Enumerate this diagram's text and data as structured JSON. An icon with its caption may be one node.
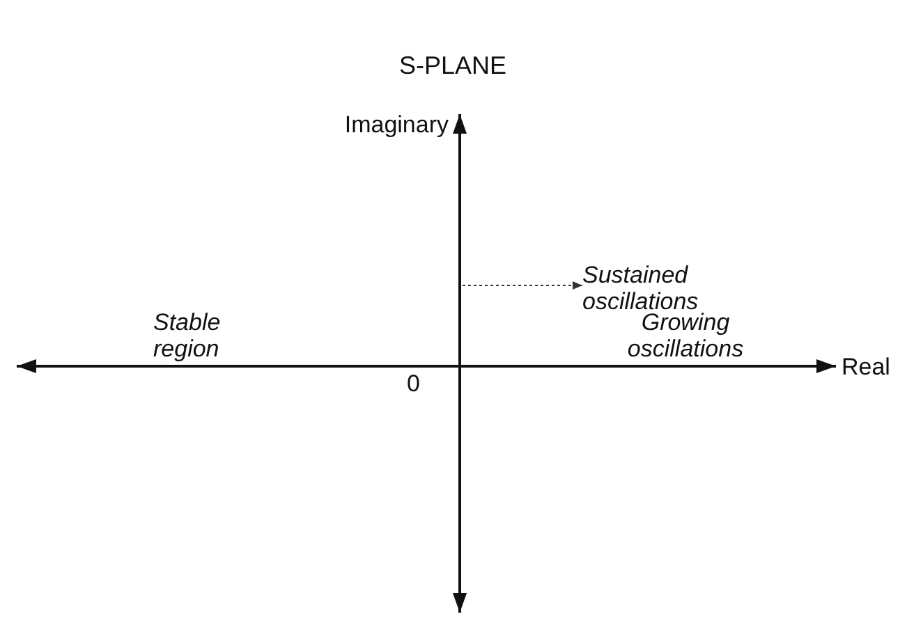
{
  "diagram": {
    "title": "S-PLANE",
    "nodes": [
      {
        "text": [],
        "shape": "line"
      },
      {
        "text": [
          "Sustained oscillations"
        ]
      }
    ],
    "edges": [
      {
        "from": 0,
        "to": 1,
        "arrow": "to",
        "style": "dashed"
      }
    ],
    "labels": [
      "Imaginary",
      "Stable region",
      "Growing oscillations",
      "0",
      "Real"
    ]
  }
}
